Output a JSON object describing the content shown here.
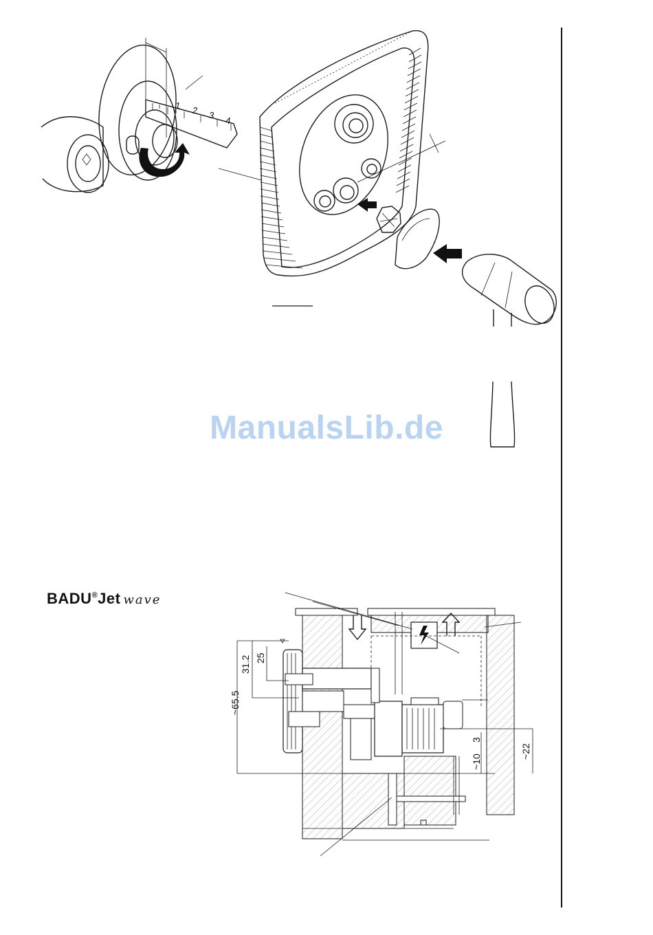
{
  "watermark": "ManualsLib.de",
  "brand": {
    "name": "BADU",
    "reg": "®",
    "product": "Jet",
    "variant": "wave"
  },
  "ruler": {
    "ticks": [
      "1",
      "2",
      "3",
      "4"
    ]
  },
  "dimensions": {
    "d_65_5": "~65.5",
    "d_31_2": "31.2",
    "d_25": "25",
    "d_3": "3",
    "d_10": "~10",
    "d_22": "~22"
  },
  "icons": [
    "electrical-box-icon",
    "flow-down-arrow-icon",
    "flow-up-arrow-icon",
    "push-arrow-icon",
    "rotate-arrow-icon",
    "hammer-icon"
  ],
  "colors": {
    "watermark": "#b9d3f3",
    "ink": "#111111"
  }
}
